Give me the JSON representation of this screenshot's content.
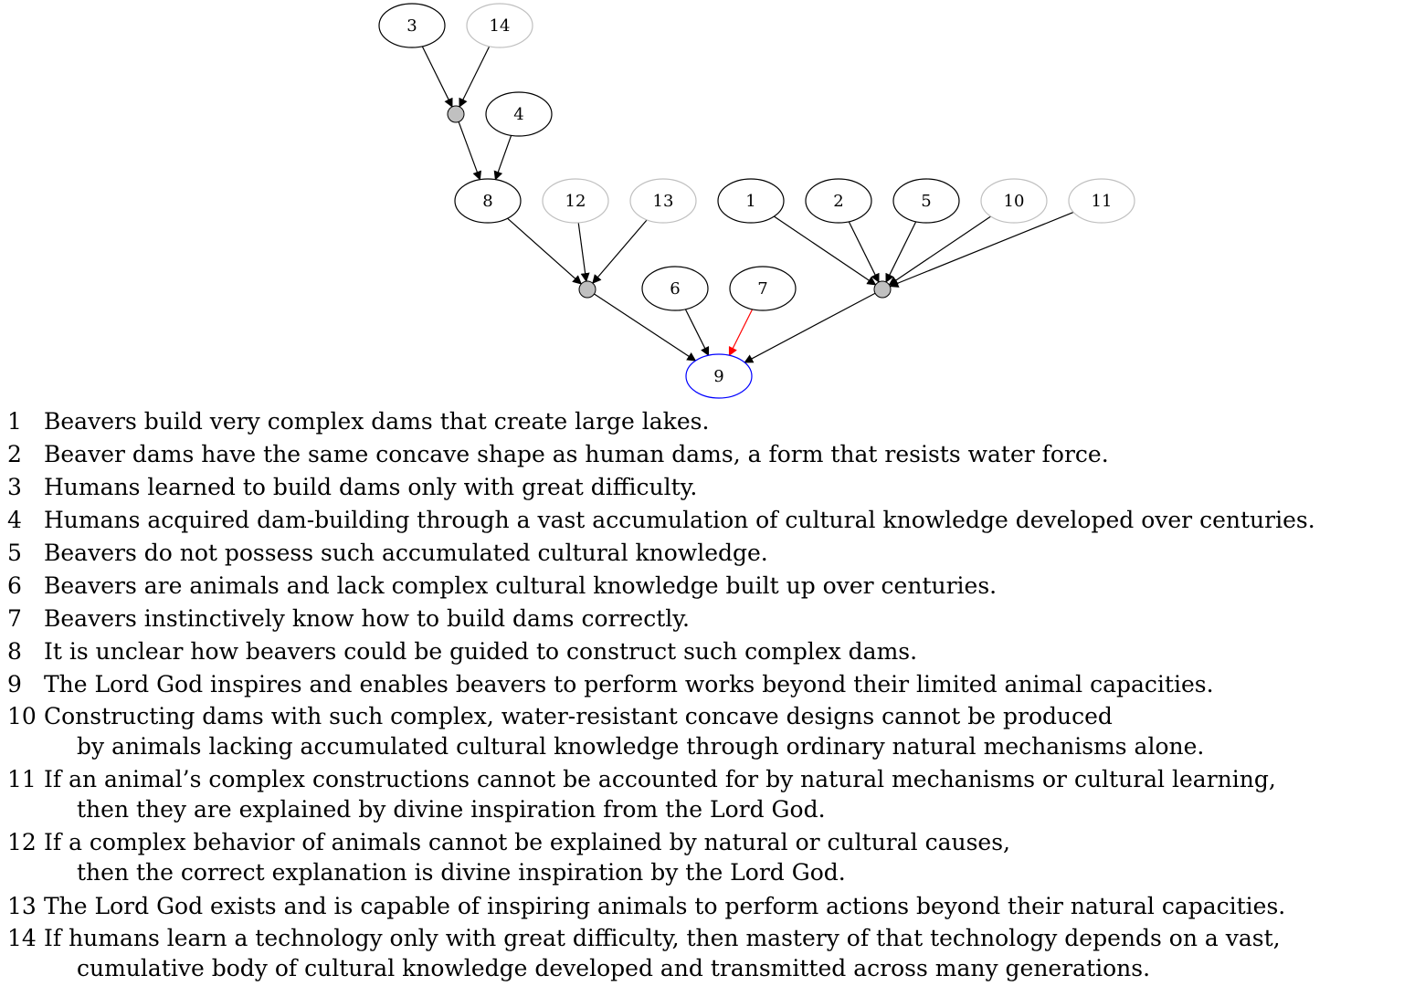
{
  "nodes": [
    {
      "id": "3",
      "label": "3",
      "kind": "statement",
      "style": "solid"
    },
    {
      "id": "14",
      "label": "14",
      "kind": "statement",
      "style": "faded"
    },
    {
      "id": "4",
      "label": "4",
      "kind": "statement",
      "style": "solid"
    },
    {
      "id": "8",
      "label": "8",
      "kind": "statement",
      "style": "solid"
    },
    {
      "id": "12",
      "label": "12",
      "kind": "statement",
      "style": "faded"
    },
    {
      "id": "13",
      "label": "13",
      "kind": "statement",
      "style": "faded"
    },
    {
      "id": "1",
      "label": "1",
      "kind": "statement",
      "style": "solid"
    },
    {
      "id": "2",
      "label": "2",
      "kind": "statement",
      "style": "solid"
    },
    {
      "id": "5",
      "label": "5",
      "kind": "statement",
      "style": "solid"
    },
    {
      "id": "10",
      "label": "10",
      "kind": "statement",
      "style": "faded"
    },
    {
      "id": "11",
      "label": "11",
      "kind": "statement",
      "style": "faded"
    },
    {
      "id": "6",
      "label": "6",
      "kind": "statement",
      "style": "solid"
    },
    {
      "id": "7",
      "label": "7",
      "kind": "statement",
      "style": "solid"
    },
    {
      "id": "9",
      "label": "9",
      "kind": "statement",
      "style": "conclusion"
    },
    {
      "id": "jA",
      "label": "",
      "kind": "junction"
    },
    {
      "id": "jB",
      "label": "",
      "kind": "junction"
    },
    {
      "id": "jC",
      "label": "",
      "kind": "junction"
    }
  ],
  "edges": [
    {
      "from": "3",
      "to": "jA",
      "style": "normal"
    },
    {
      "from": "14",
      "to": "jA",
      "style": "normal"
    },
    {
      "from": "jA",
      "to": "8",
      "style": "normal"
    },
    {
      "from": "4",
      "to": "8",
      "style": "normal"
    },
    {
      "from": "8",
      "to": "jB",
      "style": "normal"
    },
    {
      "from": "12",
      "to": "jB",
      "style": "normal"
    },
    {
      "from": "13",
      "to": "jB",
      "style": "normal"
    },
    {
      "from": "1",
      "to": "jC",
      "style": "normal"
    },
    {
      "from": "2",
      "to": "jC",
      "style": "normal"
    },
    {
      "from": "5",
      "to": "jC",
      "style": "normal"
    },
    {
      "from": "10",
      "to": "jC",
      "style": "normal"
    },
    {
      "from": "11",
      "to": "jC",
      "style": "normal"
    },
    {
      "from": "jB",
      "to": "9",
      "style": "normal"
    },
    {
      "from": "6",
      "to": "9",
      "style": "normal"
    },
    {
      "from": "7",
      "to": "9",
      "style": "attack"
    },
    {
      "from": "jC",
      "to": "9",
      "style": "normal"
    }
  ],
  "colors": {
    "solid_stroke": "#000000",
    "faded_stroke": "#c0c0c0",
    "conclusion_stroke": "#0000ff",
    "junction_fill": "#c0c0c0",
    "edge": "#000000",
    "attack_edge": "#ff0000"
  },
  "statements": [
    {
      "num": "1",
      "text": "Beavers build very complex dams that create large lakes."
    },
    {
      "num": "2",
      "text": "Beaver dams have the same concave shape as human dams, a form that resists water force."
    },
    {
      "num": "3",
      "text": "Humans learned to build dams only with great difficulty."
    },
    {
      "num": "4",
      "text": "Humans acquired dam-building through a vast accumulation of cultural knowledge developed over centuries."
    },
    {
      "num": "5",
      "text": "Beavers do not possess such accumulated cultural knowledge."
    },
    {
      "num": "6",
      "text": "Beavers are animals and lack complex cultural knowledge built up over centuries."
    },
    {
      "num": "7",
      "text": "Beavers instinctively know how to build dams correctly."
    },
    {
      "num": "8",
      "text": "It is unclear how beavers could be guided to construct such complex dams."
    },
    {
      "num": "9",
      "text": "The Lord God inspires and enables beavers to perform works beyond their limited animal capacities."
    },
    {
      "num": "10",
      "text": "Constructing dams with such complex, water-resistant concave designs cannot be produced",
      "cont": "by animals lacking accumulated cultural knowledge through ordinary natural mechanisms alone."
    },
    {
      "num": "11",
      "text": "If an animal’s complex constructions cannot be accounted for by natural mechanisms or cultural learning,",
      "cont": "then they are explained by divine inspiration from the Lord God."
    },
    {
      "num": "12",
      "text": "If a complex behavior of animals cannot be explained by natural or cultural causes,",
      "cont": "then the correct explanation is divine inspiration by the Lord God."
    },
    {
      "num": "13",
      "text": "The Lord God exists and is capable of inspiring animals to perform actions beyond their natural capacities."
    },
    {
      "num": "14",
      "text": "If humans learn a technology only with great difficulty, then mastery of that technology depends on a vast,",
      "cont": "cumulative body of cultural knowledge developed and transmitted across many generations."
    }
  ]
}
